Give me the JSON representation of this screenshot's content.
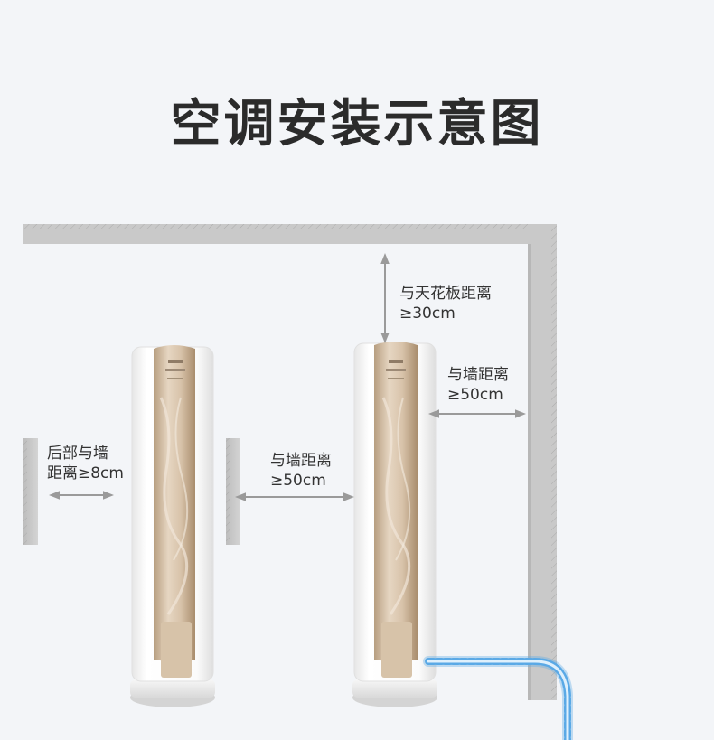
{
  "title": "空调安装示意图",
  "labels": {
    "back_wall": {
      "line1": "后部与墙",
      "line2": "距离≥8cm"
    },
    "side_wall_left": {
      "line1": "与墙距离",
      "line2": "≥50cm"
    },
    "ceiling": {
      "line1": "与天花板距离",
      "line2": "≥30cm"
    },
    "side_wall_right": {
      "line1": "与墙距离",
      "line2": "≥50cm"
    }
  },
  "colors": {
    "background": "#f3f5f8",
    "wall": "#c8c8c8",
    "unit_body": "#ffffff",
    "panel_gold": "#cdb79c",
    "pipe": "#5aa9e6"
  }
}
